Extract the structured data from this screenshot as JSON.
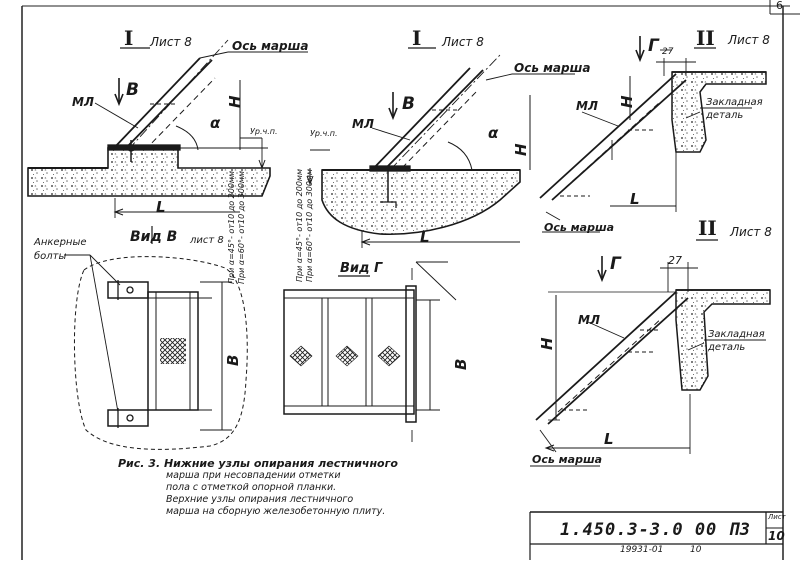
{
  "corner_mark": "6",
  "views": {
    "v1": {
      "roman": "I",
      "sheet": "Лист 8",
      "axis": "Ось марша",
      "ml": "МЛ",
      "arrow_letter": "В",
      "angle": "α",
      "h": "Н",
      "level": "Ур.ч.п.",
      "length": "L"
    },
    "v2": {
      "roman": "I",
      "sheet": "Лист 8",
      "axis": "Ось марша",
      "ml": "МЛ",
      "arrow_letter": "В",
      "angle": "α",
      "h": "Н",
      "level": "Ур.ч.п.",
      "length": "L"
    },
    "v3": {
      "roman": "II",
      "sheet": "Лист 8",
      "arrow_letter": "Г",
      "dim": "27",
      "ml": "МЛ",
      "h": "Н",
      "embed": "Закладная деталь",
      "length": "L",
      "axis": "Ось марша"
    },
    "v4": {
      "roman": "II",
      "sheet": "Лист 8",
      "arrow_letter": "Г",
      "dim": "27",
      "ml": "МЛ",
      "h": "Н",
      "embed": "Закладная деталь",
      "length": "L",
      "axis": "Ось марша"
    }
  },
  "view_b": {
    "title": "Вид В",
    "sheet": "лист 8",
    "anchor_label_1": "Анкерные",
    "anchor_label_2": "болты",
    "dim_b": "В",
    "note_1": "При α=45°- от10 до 200мм",
    "note_2": "При α=60°- от10 до 300мм"
  },
  "view_g": {
    "title": "Вид Г",
    "dim_b": "В",
    "note_1": "При α=45°- от10 до 200мм",
    "note_2": "При α=60°- от10 до 300мм"
  },
  "caption": {
    "lines": [
      "Рис. 3. Нижние узлы опирания лестничного",
      "марша при несовпадении отметки",
      "пола с отметкой опорной планки.",
      "Верхние узлы опирания лестничного",
      "марша на сборную железобетонную плиту."
    ]
  },
  "stamp": {
    "code": "1.450.3-3.0 00 ПЗ",
    "sheet_label": "Лист",
    "sheet_no": "10",
    "inv": "19931-01",
    "format": "10"
  }
}
